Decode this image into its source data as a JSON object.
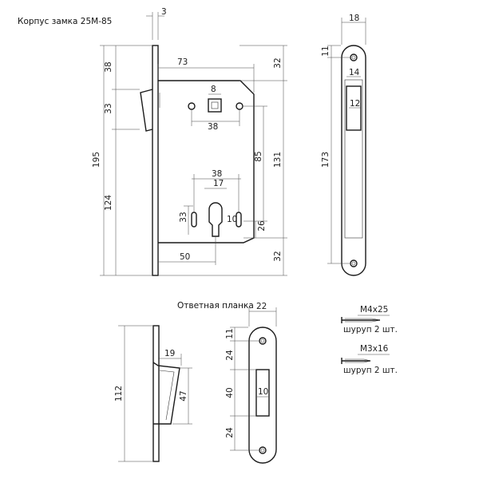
{
  "title_lock_body": "Корпус замка 25М-85",
  "title_strike": "Ответная планка",
  "dims": {
    "plate_thickness": "3",
    "body_width": "73",
    "top_offset": "38",
    "latch_height": "33",
    "overall_height": "195",
    "lower_offset": "124",
    "top_right": "32",
    "spindle_square": "8",
    "spindle_holes": "38",
    "centre_distance": "85",
    "body_height": "131",
    "cyl_holes": "38",
    "cyl_width": "17",
    "cyl_left": "33",
    "cyl_slot": "10",
    "cyl_right": "26",
    "backset": "50",
    "bottom_right": "32",
    "faceplate_width": "18",
    "faceplate_top": "11",
    "faceplate_slot_w": "14",
    "faceplate_slot_in": "12",
    "faceplate_length": "173",
    "latch_proj": "19",
    "latch_side": "47",
    "strike_length": "112",
    "strike_width": "22",
    "strike_top": "11",
    "strike_upper": "24",
    "strike_mid": "40",
    "strike_slot": "10",
    "strike_lower": "24"
  },
  "screws": [
    {
      "size": "М4х25",
      "caption": "шуруп 2 шт."
    },
    {
      "size": "М3х16",
      "caption": "шуруп 2 шт."
    }
  ]
}
